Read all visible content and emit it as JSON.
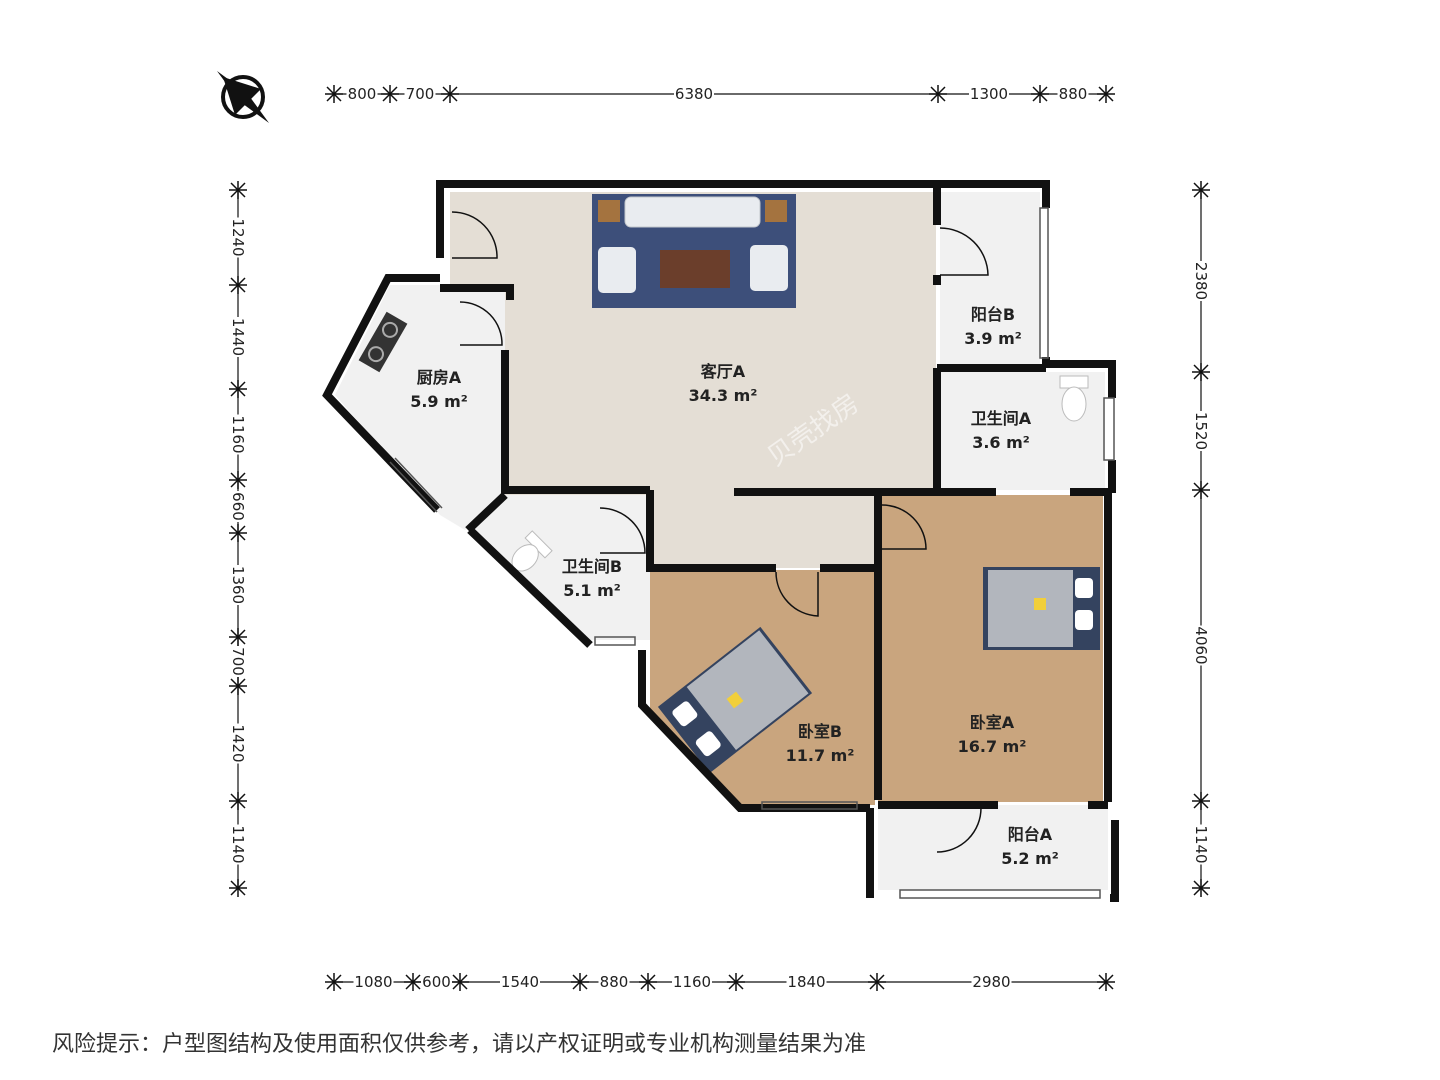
{
  "rooms": [
    {
      "id": "living-a",
      "name": "客厅A",
      "area": "34.3 m²"
    },
    {
      "id": "kitchen-a",
      "name": "厨房A",
      "area": "5.9 m²"
    },
    {
      "id": "balcony-b",
      "name": "阳台B",
      "area": "3.9 m²"
    },
    {
      "id": "bath-a",
      "name": "卫生间A",
      "area": "3.6 m²"
    },
    {
      "id": "bath-b",
      "name": "卫生间B",
      "area": "5.1 m²"
    },
    {
      "id": "bedroom-b",
      "name": "卧室B",
      "area": "11.7 m²"
    },
    {
      "id": "bedroom-a",
      "name": "卧室A",
      "area": "16.7 m²"
    },
    {
      "id": "balcony-a",
      "name": "阳台A",
      "area": "5.2 m²"
    }
  ],
  "dimensions": {
    "top": [
      "800",
      "700",
      "6380",
      "1300",
      "880"
    ],
    "bottom": [
      "1080",
      "600",
      "1540",
      "880",
      "1160",
      "1840",
      "2980"
    ],
    "left": [
      "1240",
      "1440",
      "1160",
      "660",
      "1360",
      "700",
      "1420",
      "1140"
    ],
    "right": [
      "2380",
      "1520",
      "4060",
      "1140"
    ]
  },
  "watermark": "贝壳找房",
  "compass_icon": "north-arrow-icon",
  "risk_note": "风险提示：户型图结构及使用面积仅供参考，请以产权证明或专业机构测量结果为准",
  "colors": {
    "wall": "#111111",
    "living_floor": "#e4ded5",
    "wood_floor": "#c9a57e",
    "tile_floor": "#f1f1f1",
    "rug": "#3d4f7a"
  }
}
